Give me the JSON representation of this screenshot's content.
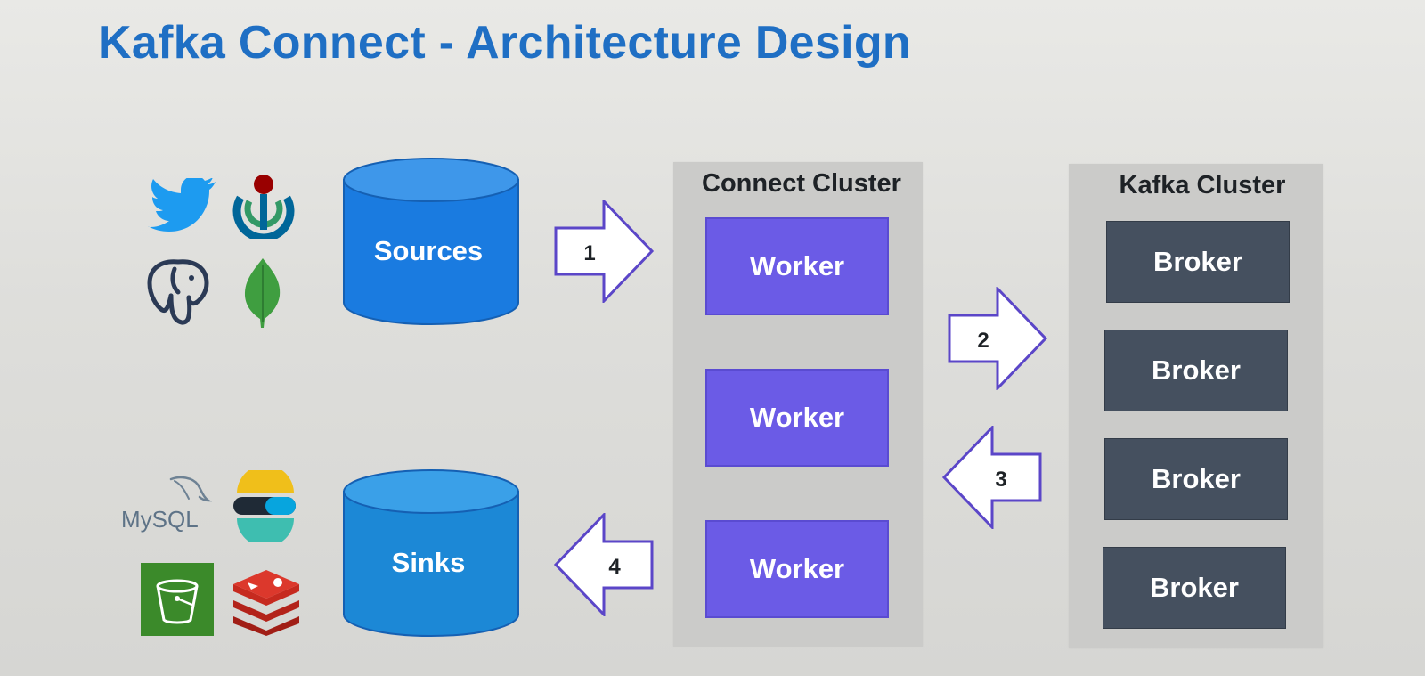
{
  "title": "Kafka Connect - Architecture Design",
  "sources_label": "Sources",
  "sinks_label": "Sinks",
  "connect_cluster": {
    "title": "Connect Cluster",
    "workers": [
      "Worker",
      "Worker",
      "Worker"
    ]
  },
  "kafka_cluster": {
    "title": "Kafka Cluster",
    "brokers": [
      "Broker",
      "Broker",
      "Broker",
      "Broker"
    ]
  },
  "arrows": [
    "1",
    "2",
    "3",
    "4"
  ],
  "source_icons": [
    "twitter-icon",
    "wikimedia-icon",
    "postgresql-icon",
    "mongodb-icon"
  ],
  "sink_icons": [
    "mysql-icon",
    "elasticsearch-icon",
    "s3-bucket-icon",
    "redis-icon"
  ],
  "mysql_logo_text": "MySQL",
  "colors": {
    "title": "#1f6fc4",
    "database": "#1a7be0",
    "worker": "#6b5be6",
    "broker": "#45505f",
    "arrow": "#5b46c8"
  }
}
